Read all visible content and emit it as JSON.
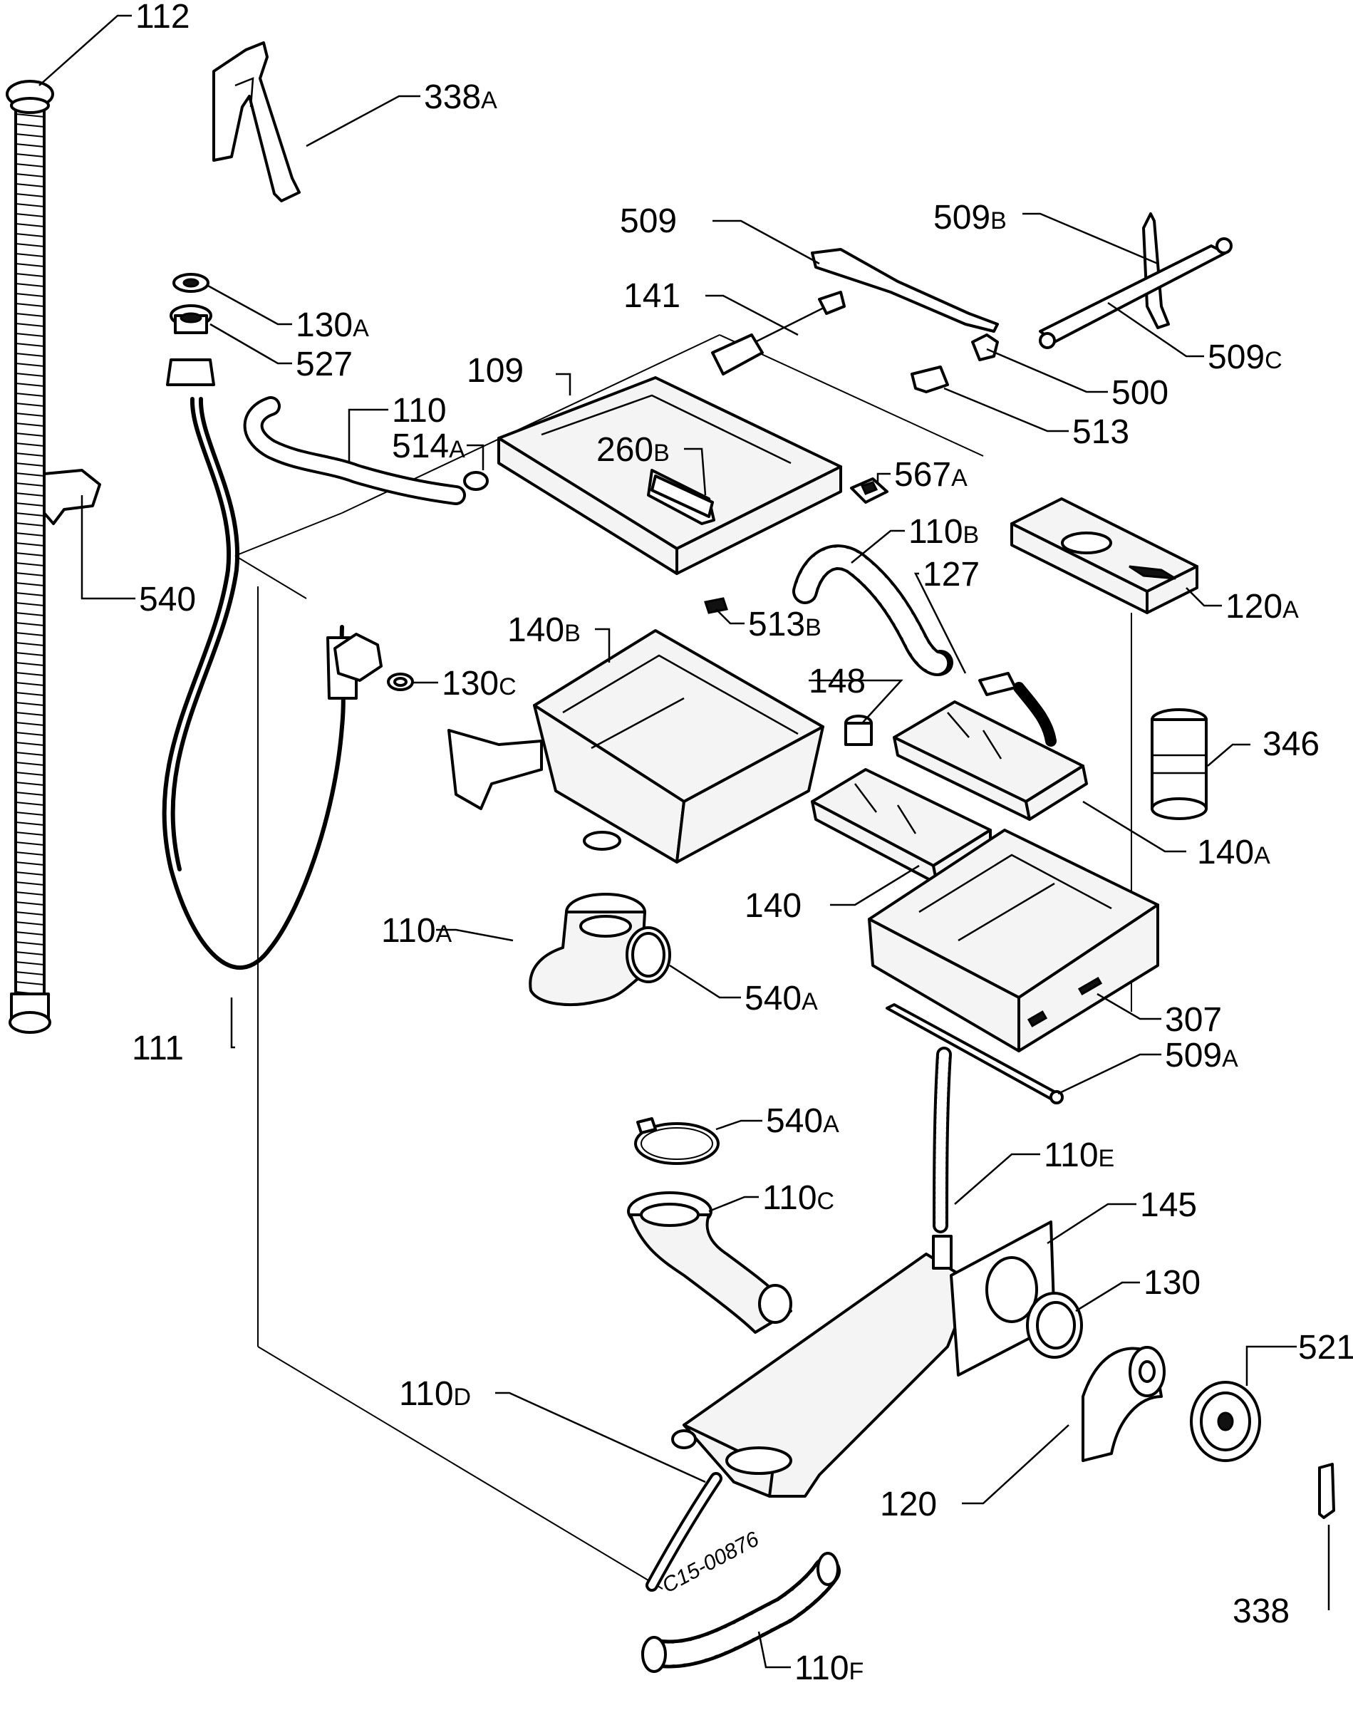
{
  "labels": [
    {
      "id": "112",
      "num": "112",
      "suf": ""
    },
    {
      "id": "338a",
      "num": "338",
      "suf": "A"
    },
    {
      "id": "509",
      "num": "509",
      "suf": ""
    },
    {
      "id": "509b",
      "num": "509",
      "suf": "B"
    },
    {
      "id": "141",
      "num": "141",
      "suf": ""
    },
    {
      "id": "130a",
      "num": "130",
      "suf": "A"
    },
    {
      "id": "527",
      "num": "527",
      "suf": ""
    },
    {
      "id": "509c",
      "num": "509",
      "suf": "C"
    },
    {
      "id": "109",
      "num": "109",
      "suf": ""
    },
    {
      "id": "500",
      "num": "500",
      "suf": ""
    },
    {
      "id": "110",
      "num": "110",
      "suf": ""
    },
    {
      "id": "513",
      "num": "513",
      "suf": ""
    },
    {
      "id": "514a",
      "num": "514",
      "suf": "A"
    },
    {
      "id": "260b",
      "num": "260",
      "suf": "B"
    },
    {
      "id": "567a",
      "num": "567",
      "suf": "A"
    },
    {
      "id": "110b",
      "num": "110",
      "suf": "B"
    },
    {
      "id": "127",
      "num": "127",
      "suf": ""
    },
    {
      "id": "540",
      "num": "540",
      "suf": ""
    },
    {
      "id": "120a",
      "num": "120",
      "suf": "A"
    },
    {
      "id": "140b",
      "num": "140",
      "suf": "B"
    },
    {
      "id": "513b",
      "num": "513",
      "suf": "B"
    },
    {
      "id": "130c",
      "num": "130",
      "suf": "C"
    },
    {
      "id": "148",
      "num": "148",
      "suf": ""
    },
    {
      "id": "346",
      "num": "346",
      "suf": ""
    },
    {
      "id": "140a",
      "num": "140",
      "suf": "A"
    },
    {
      "id": "140",
      "num": "140",
      "suf": ""
    },
    {
      "id": "110a",
      "num": "110",
      "suf": "A"
    },
    {
      "id": "540a1",
      "num": "540",
      "suf": "A"
    },
    {
      "id": "307",
      "num": "307",
      "suf": ""
    },
    {
      "id": "111",
      "num": "111",
      "suf": ""
    },
    {
      "id": "509a",
      "num": "509",
      "suf": "A"
    },
    {
      "id": "540a2",
      "num": "540",
      "suf": "A"
    },
    {
      "id": "110e",
      "num": "110",
      "suf": "E"
    },
    {
      "id": "110c",
      "num": "110",
      "suf": "C"
    },
    {
      "id": "145",
      "num": "145",
      "suf": ""
    },
    {
      "id": "130",
      "num": "130",
      "suf": ""
    },
    {
      "id": "521",
      "num": "521",
      "suf": ""
    },
    {
      "id": "110d",
      "num": "110",
      "suf": "D"
    },
    {
      "id": "120",
      "num": "120",
      "suf": ""
    },
    {
      "id": "338",
      "num": "338",
      "suf": ""
    },
    {
      "id": "110f",
      "num": "110",
      "suf": "F"
    }
  ],
  "drawing_code": "C15-00876"
}
